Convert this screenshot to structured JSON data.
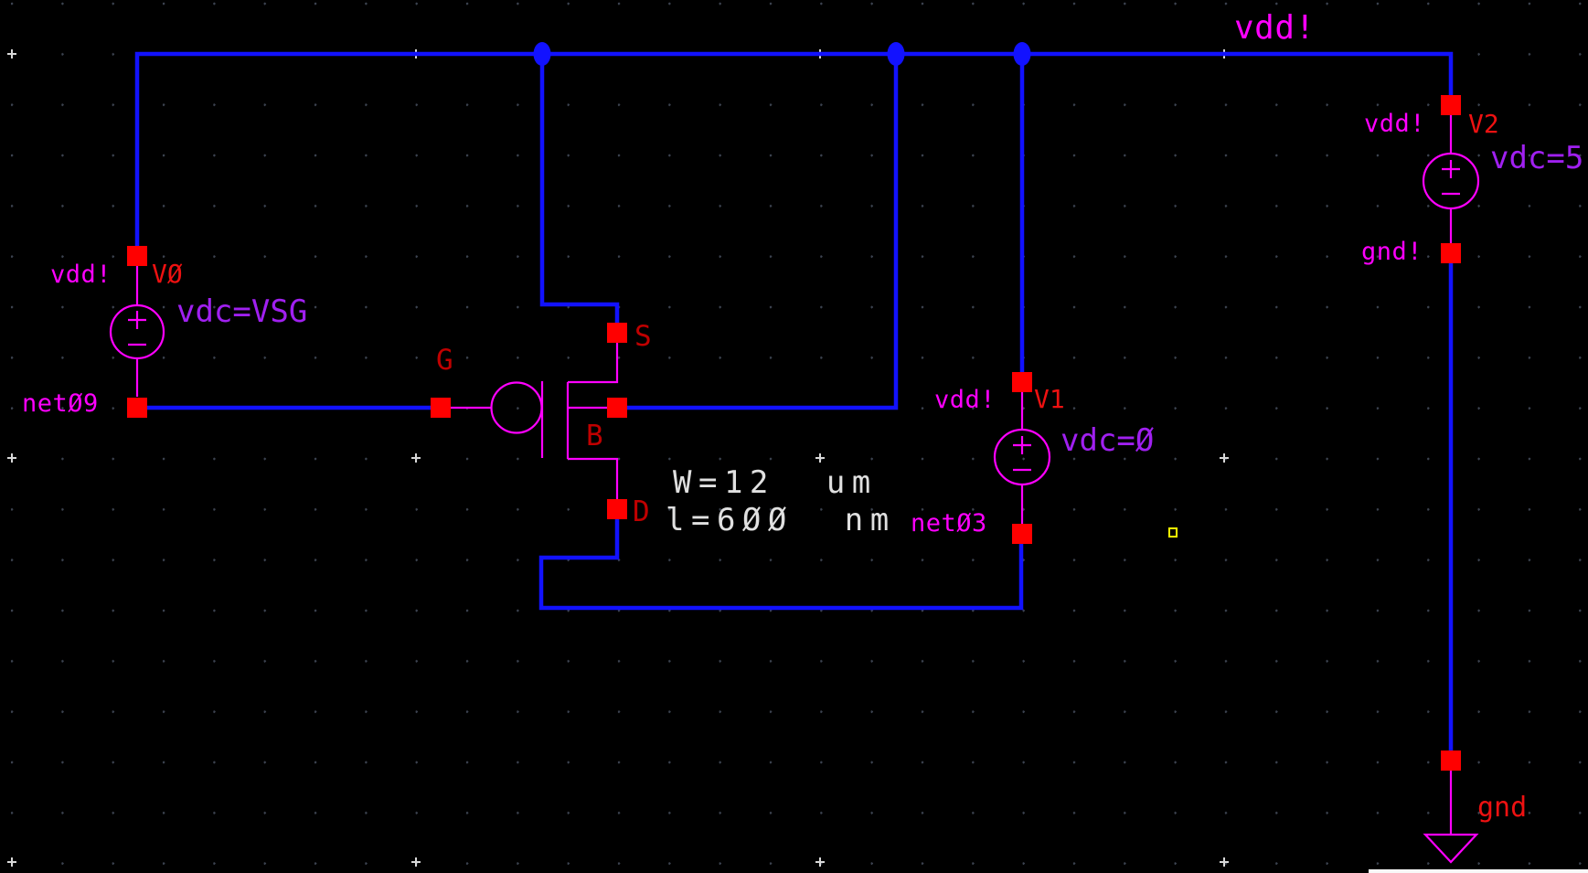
{
  "colors": {
    "background": "#000000",
    "wire": "#1212ff",
    "symbol": "#ff00ff",
    "pin": "#ff0000",
    "net-label": "#ff00ff",
    "inst-name": "#ee1111",
    "pin-letter": "#c00000",
    "param": "#a020f0",
    "dim-text": "#e0e0e0",
    "marker": "#ffff00",
    "grid-dot": "#3c4350",
    "grid-major": "#d8d8d8",
    "border-line": "#f8f8f8"
  },
  "rail": {
    "label": "vdd!"
  },
  "instances": {
    "v0": {
      "net_plus": "vdd!",
      "name": "VØ",
      "param": "vdc=VSG",
      "net_minus": "netØ9"
    },
    "m0": {
      "gate": "G",
      "source": "S",
      "bulk": "B",
      "drain": "D",
      "width": "W=12  um",
      "length": "l=6ØØ  nm"
    },
    "v1": {
      "net_plus": "vdd!",
      "name": "V1",
      "param": "vdc=Ø",
      "net_minus": "netØ3"
    },
    "v2": {
      "net_plus": "vdd!",
      "name": "V2",
      "param": "vdc=5",
      "net_minus": "gnd!"
    },
    "gnd0": {
      "net": "gnd"
    }
  }
}
